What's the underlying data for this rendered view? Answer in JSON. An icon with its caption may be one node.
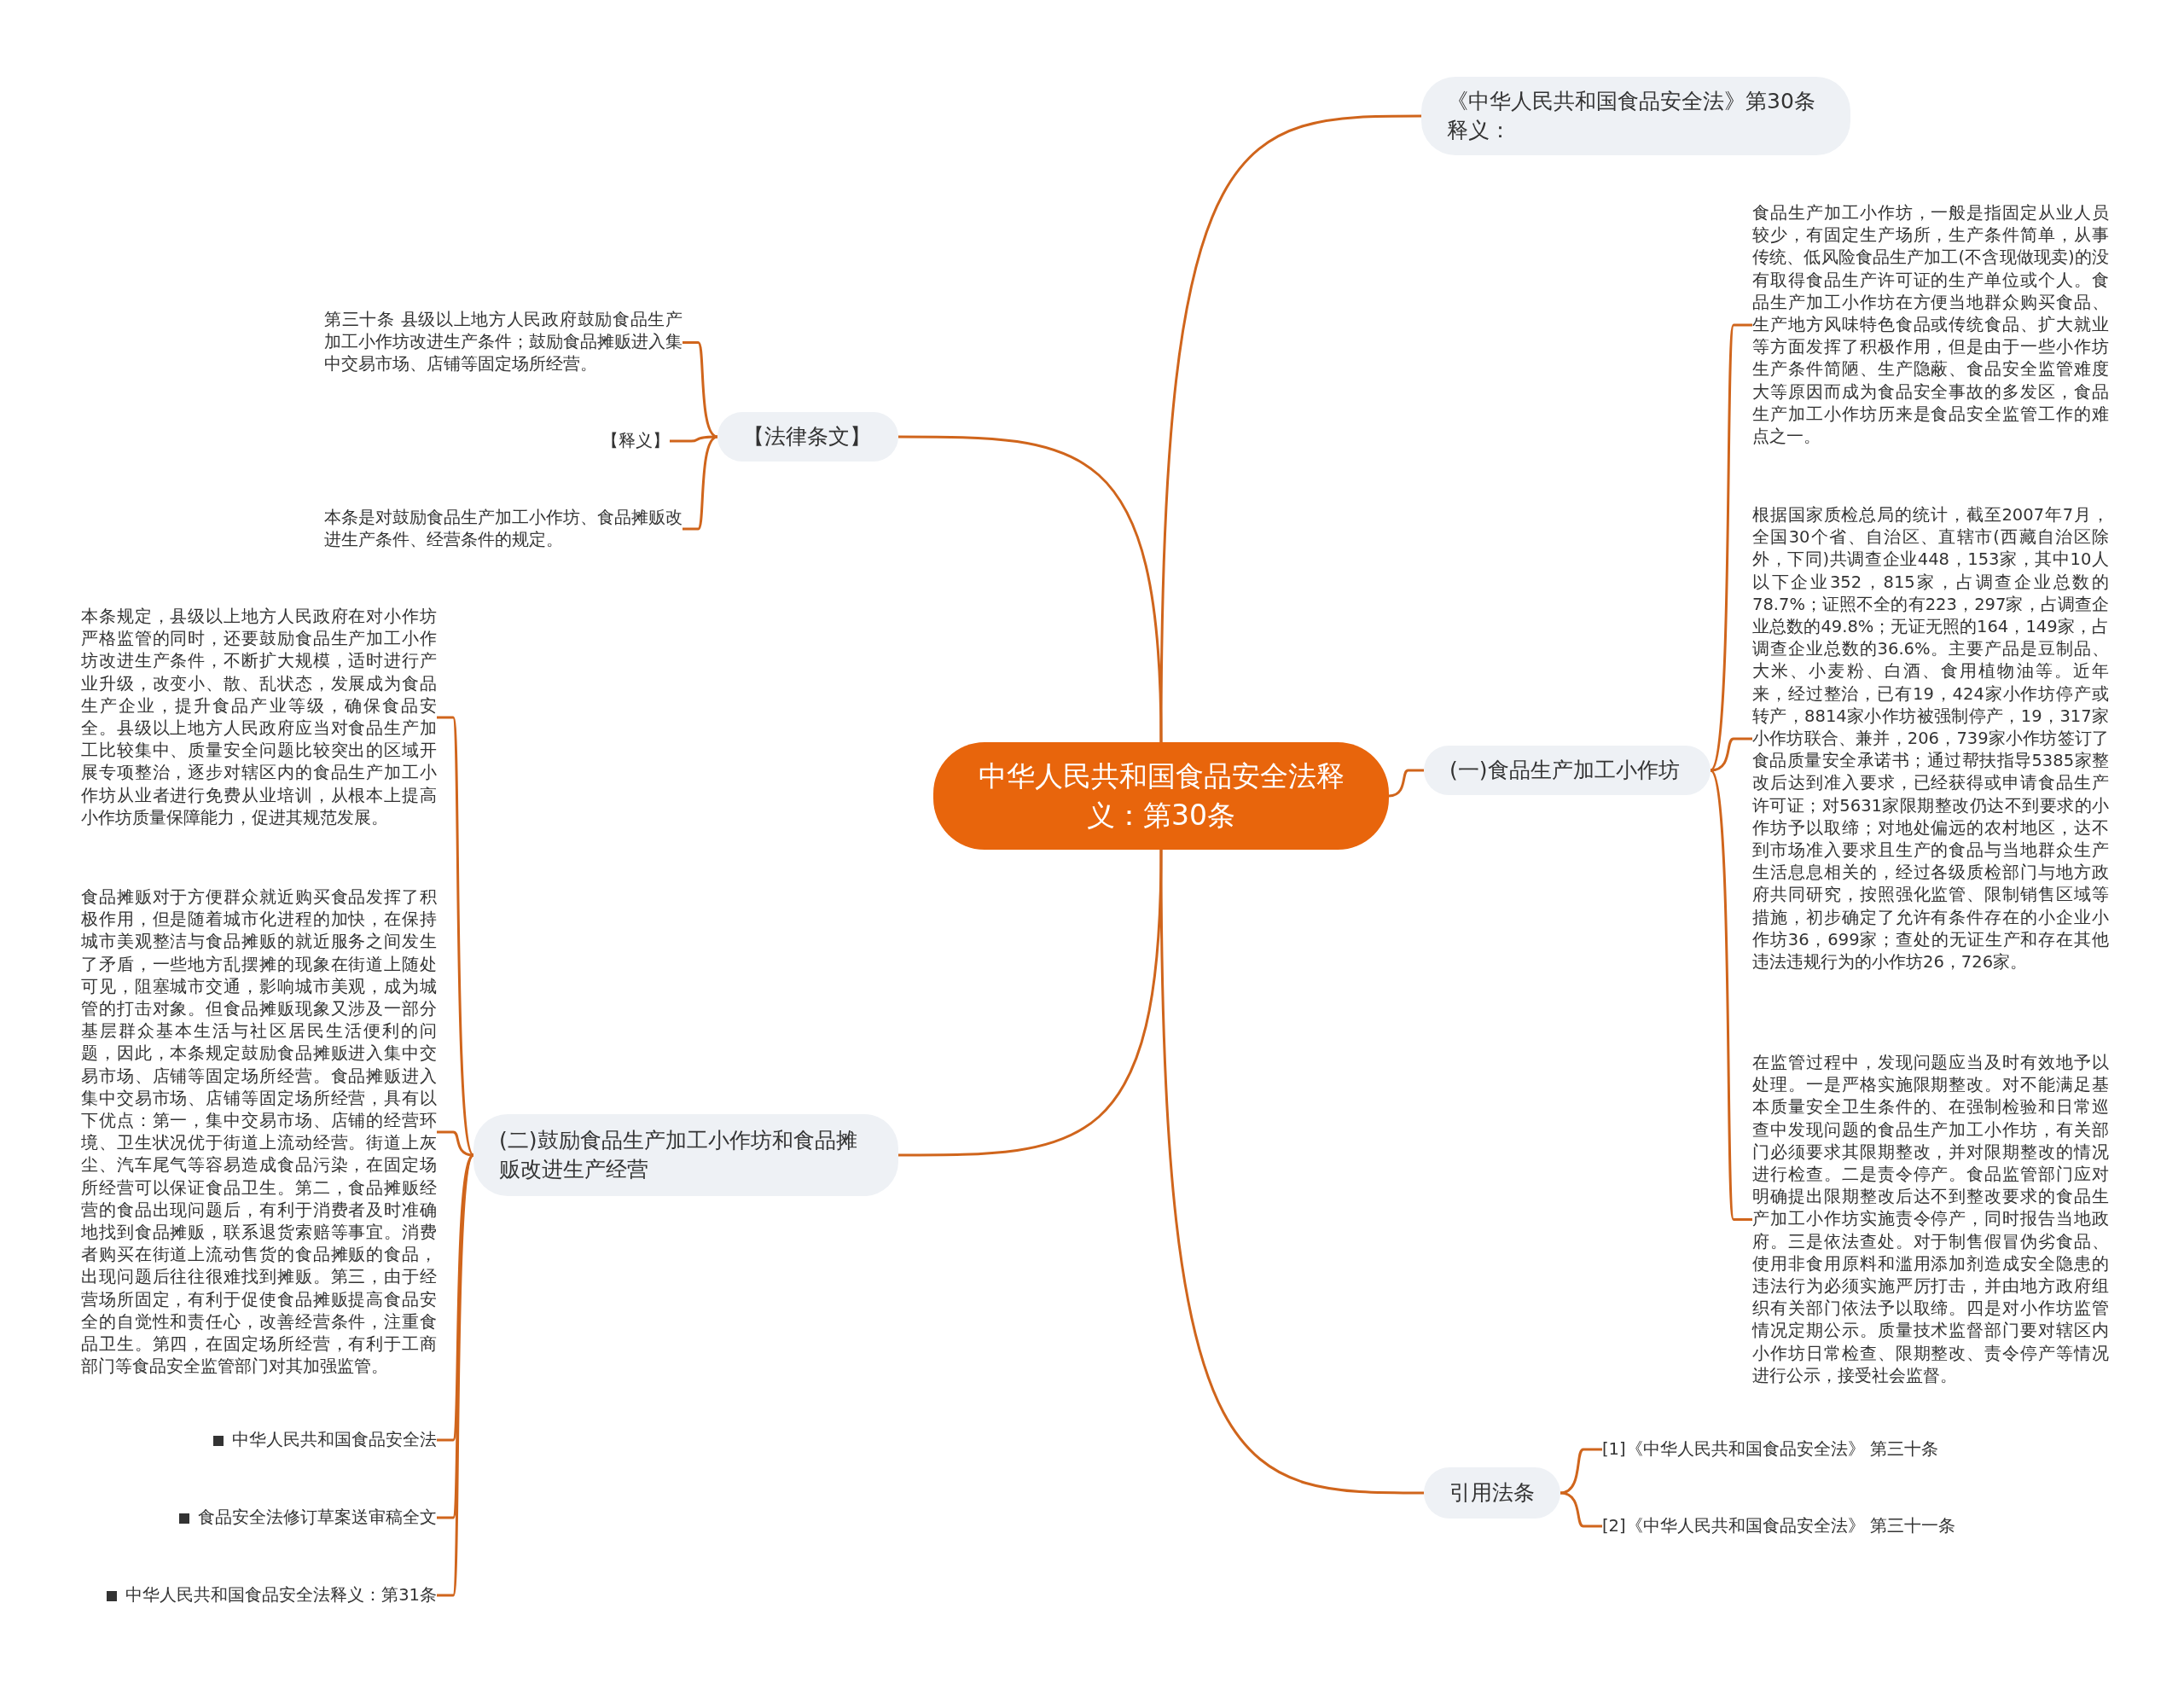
{
  "diagram": {
    "nodes": [
      {
        "text": [
          "中华人民共和国食品安全法释义：第30条"
        ]
      },
      {
        "text": [
          "《中华人民共和国食品安全法》第30条释义："
        ]
      },
      {
        "text": [
          "【法律条文】"
        ]
      },
      {
        "text": [
          "第三十条 县级以上地方人民政府鼓励食品生产加工小作坊改进生产条件；鼓励食品摊贩进入集中交易市场、店铺等固定场所经营。"
        ]
      },
      {
        "text": [
          "【释义】"
        ]
      },
      {
        "text": [
          "本条是对鼓励食品生产加工小作坊、食品摊贩改进生产条件、经营条件的规定。"
        ]
      },
      {
        "text": [
          "(一)食品生产加工小作坊"
        ]
      },
      {
        "text": [
          "食品生产加工小作坊，一般是指固定从业人员较少，有固定生产场所，生产条件简单，从事传统、低风险食品生产加工(不含现做现卖)的没有取得食品生产许可证的生产单位或个人。食品生产加工小作坊在方便当地群众购买食品、生产地方风味特色食品或传统食品、扩大就业等方面发挥了积极作用，但是由于一些小作坊生产条件简陋、生产隐蔽、食品安全监管难度大等原因而成为食品安全事故的多发区，食品生产加工小作坊历来是食品安全监管工作的难点之一。"
        ]
      },
      {
        "text": [
          "根据国家质检总局的统计，截至2007年7月，全国30个省、自治区、直辖市(西藏自治区除外，下同)共调查企业448，153家，其中10人以下企业352，815家，占调查企业总数的78.7%；证照不全的有223，297家，占调查企业总数的49.8%；无证无照的164，149家，占调查企业总数的36.6%。主要产品是豆制品、大米、小麦粉、白酒、食用植物油等。近年来，经过整治，已有19，424家小作坊停产或转产，8814家小作坊被强制停产，19，317家小作坊联合、兼并，206，739家小作坊签订了食品质量安全承诺书；通过帮扶指导5385家整改后达到准入要求，已经获得或申请食品生产许可证；对5631家限期整改仍达不到要求的小作坊予以取缔；对地处偏远的农村地区，达不到市场准入要求且生产的食品与当地群众生产生活息息相关的，经过各级质检部门与地方政府共同研究，按照强化监管、限制销售区域等措施，初步确定了允许有条件存在的小企业小作坊36，699家；查处的无证生产和存在其他违法违规行为的小作坊26，726家。"
        ]
      },
      {
        "text": [
          "在监管过程中，发现问题应当及时有效地予以处理。一是严格实施限期整改。对不能满足基本质量安全卫生条件的、在强制检验和日常巡查中发现问题的食品生产加工小作坊，有关部门必须要求其限期整改，并对限期整改的情况进行检查。二是责令停产。食品监管部门应对明确提出限期整改后达不到整改要求的食品生产加工小作坊实施责令停产，同时报告当地政府。三是依法查处。对于制售假冒伪劣食品、使用非食用原料和滥用添加剂造成安全隐患的违法行为必须实施严厉打击，并由地方政府组织有关部门依法予以取缔。四是对小作坊监管情况定期公示。质量技术监督部门要对辖区内小作坊日常检查、限期整改、责令停产等情况进行公示，接受社会监督。"
        ]
      },
      {
        "text": [
          "(二)鼓励食品生产加工小作坊和食品摊贩改进生产经营"
        ]
      },
      {
        "text": [
          "本条规定，县级以上地方人民政府在对小作坊严格监管的同时，还要鼓励食品生产加工小作坊改进生产条件，不断扩大规模，适时进行产业升级，改变小、散、乱状态，发展成为食品生产企业，提升食品产业等级，确保食品安全。县级以上地方人民政府应当对食品生产加工比较集中、质量安全问题比较突出的区域开展专项整治，逐步对辖区内的食品生产加工小作坊从业者进行免费从业培训，从根本上提高小作坊质量保障能力，促进其规范发展。"
        ]
      },
      {
        "text": [
          "食品摊贩对于方便群众就近购买食品发挥了积极作用，但是随着城市化进程的加快，在保持城市美观整洁与食品摊贩的就近服务之间发生了矛盾，一些地方乱摆摊的现象在街道上随处可见，阻塞城市交通，影响城市美观，成为城管的打击对象。但食品摊贩现象又涉及一部分基层群众基本生活与社区居民生活便利的问题，因此，本条规定鼓励食品摊贩进入集中交易市场、店铺等固定场所经营。食品摊贩进入集中交易市场、店铺等固定场所经营，具有以下优点：第一，集中交易市场、店铺的经营环境、卫生状况优于街道上流动经营。街道上灰尘、汽车尾气等容易造成食品污染，在固定场所经营可以保证食品卫生。第二，食品摊贩经营的食品出现问题后，有利于消费者及时准确地找到食品摊贩，联系退货索赔等事宜。消费者购买在街道上流动售货的食品摊贩的食品，出现问题后往往很难找到摊贩。第三，由于经营场所固定，有利于促使食品摊贩提高食品安全的自觉性和责任心，改善经营条件，注重食品卫生。第四，在固定场所经营，有利于工商部门等食品安全监管部门对其加强监管。"
        ]
      },
      {
        "text": [
          "中华人民共和国食品安全法"
        ]
      },
      {
        "text": [
          "食品安全法修订草案送审稿全文"
        ]
      },
      {
        "text": [
          "中华人民共和国食品安全法释义：第31条"
        ]
      },
      {
        "text": [
          "引用法条"
        ]
      },
      {
        "text": [
          "[1]《中华人民共和国食品安全法》 第三十条"
        ]
      },
      {
        "text": [
          "[2]《中华人民共和国食品安全法》 第三十一条"
        ]
      }
    ],
    "edges": [
      {
        "from": 0,
        "to": 1,
        "arrow": "none"
      },
      {
        "from": 0,
        "to": 2,
        "arrow": "none"
      },
      {
        "from": 2,
        "to": 3,
        "arrow": "none"
      },
      {
        "from": 2,
        "to": 4,
        "arrow": "none"
      },
      {
        "from": 2,
        "to": 5,
        "arrow": "none"
      },
      {
        "from": 0,
        "to": 6,
        "arrow": "none"
      },
      {
        "from": 6,
        "to": 7,
        "arrow": "none"
      },
      {
        "from": 6,
        "to": 8,
        "arrow": "none"
      },
      {
        "from": 6,
        "to": 9,
        "arrow": "none"
      },
      {
        "from": 0,
        "to": 10,
        "arrow": "none"
      },
      {
        "from": 10,
        "to": 11,
        "arrow": "none"
      },
      {
        "from": 10,
        "to": 12,
        "arrow": "none"
      },
      {
        "from": 10,
        "to": 13,
        "arrow": "none"
      },
      {
        "from": 10,
        "to": 14,
        "arrow": "none"
      },
      {
        "from": 10,
        "to": 15,
        "arrow": "none"
      },
      {
        "from": 0,
        "to": 16,
        "arrow": "none"
      },
      {
        "from": 16,
        "to": 17,
        "arrow": "none"
      },
      {
        "from": 16,
        "to": 18,
        "arrow": "none"
      }
    ]
  }
}
